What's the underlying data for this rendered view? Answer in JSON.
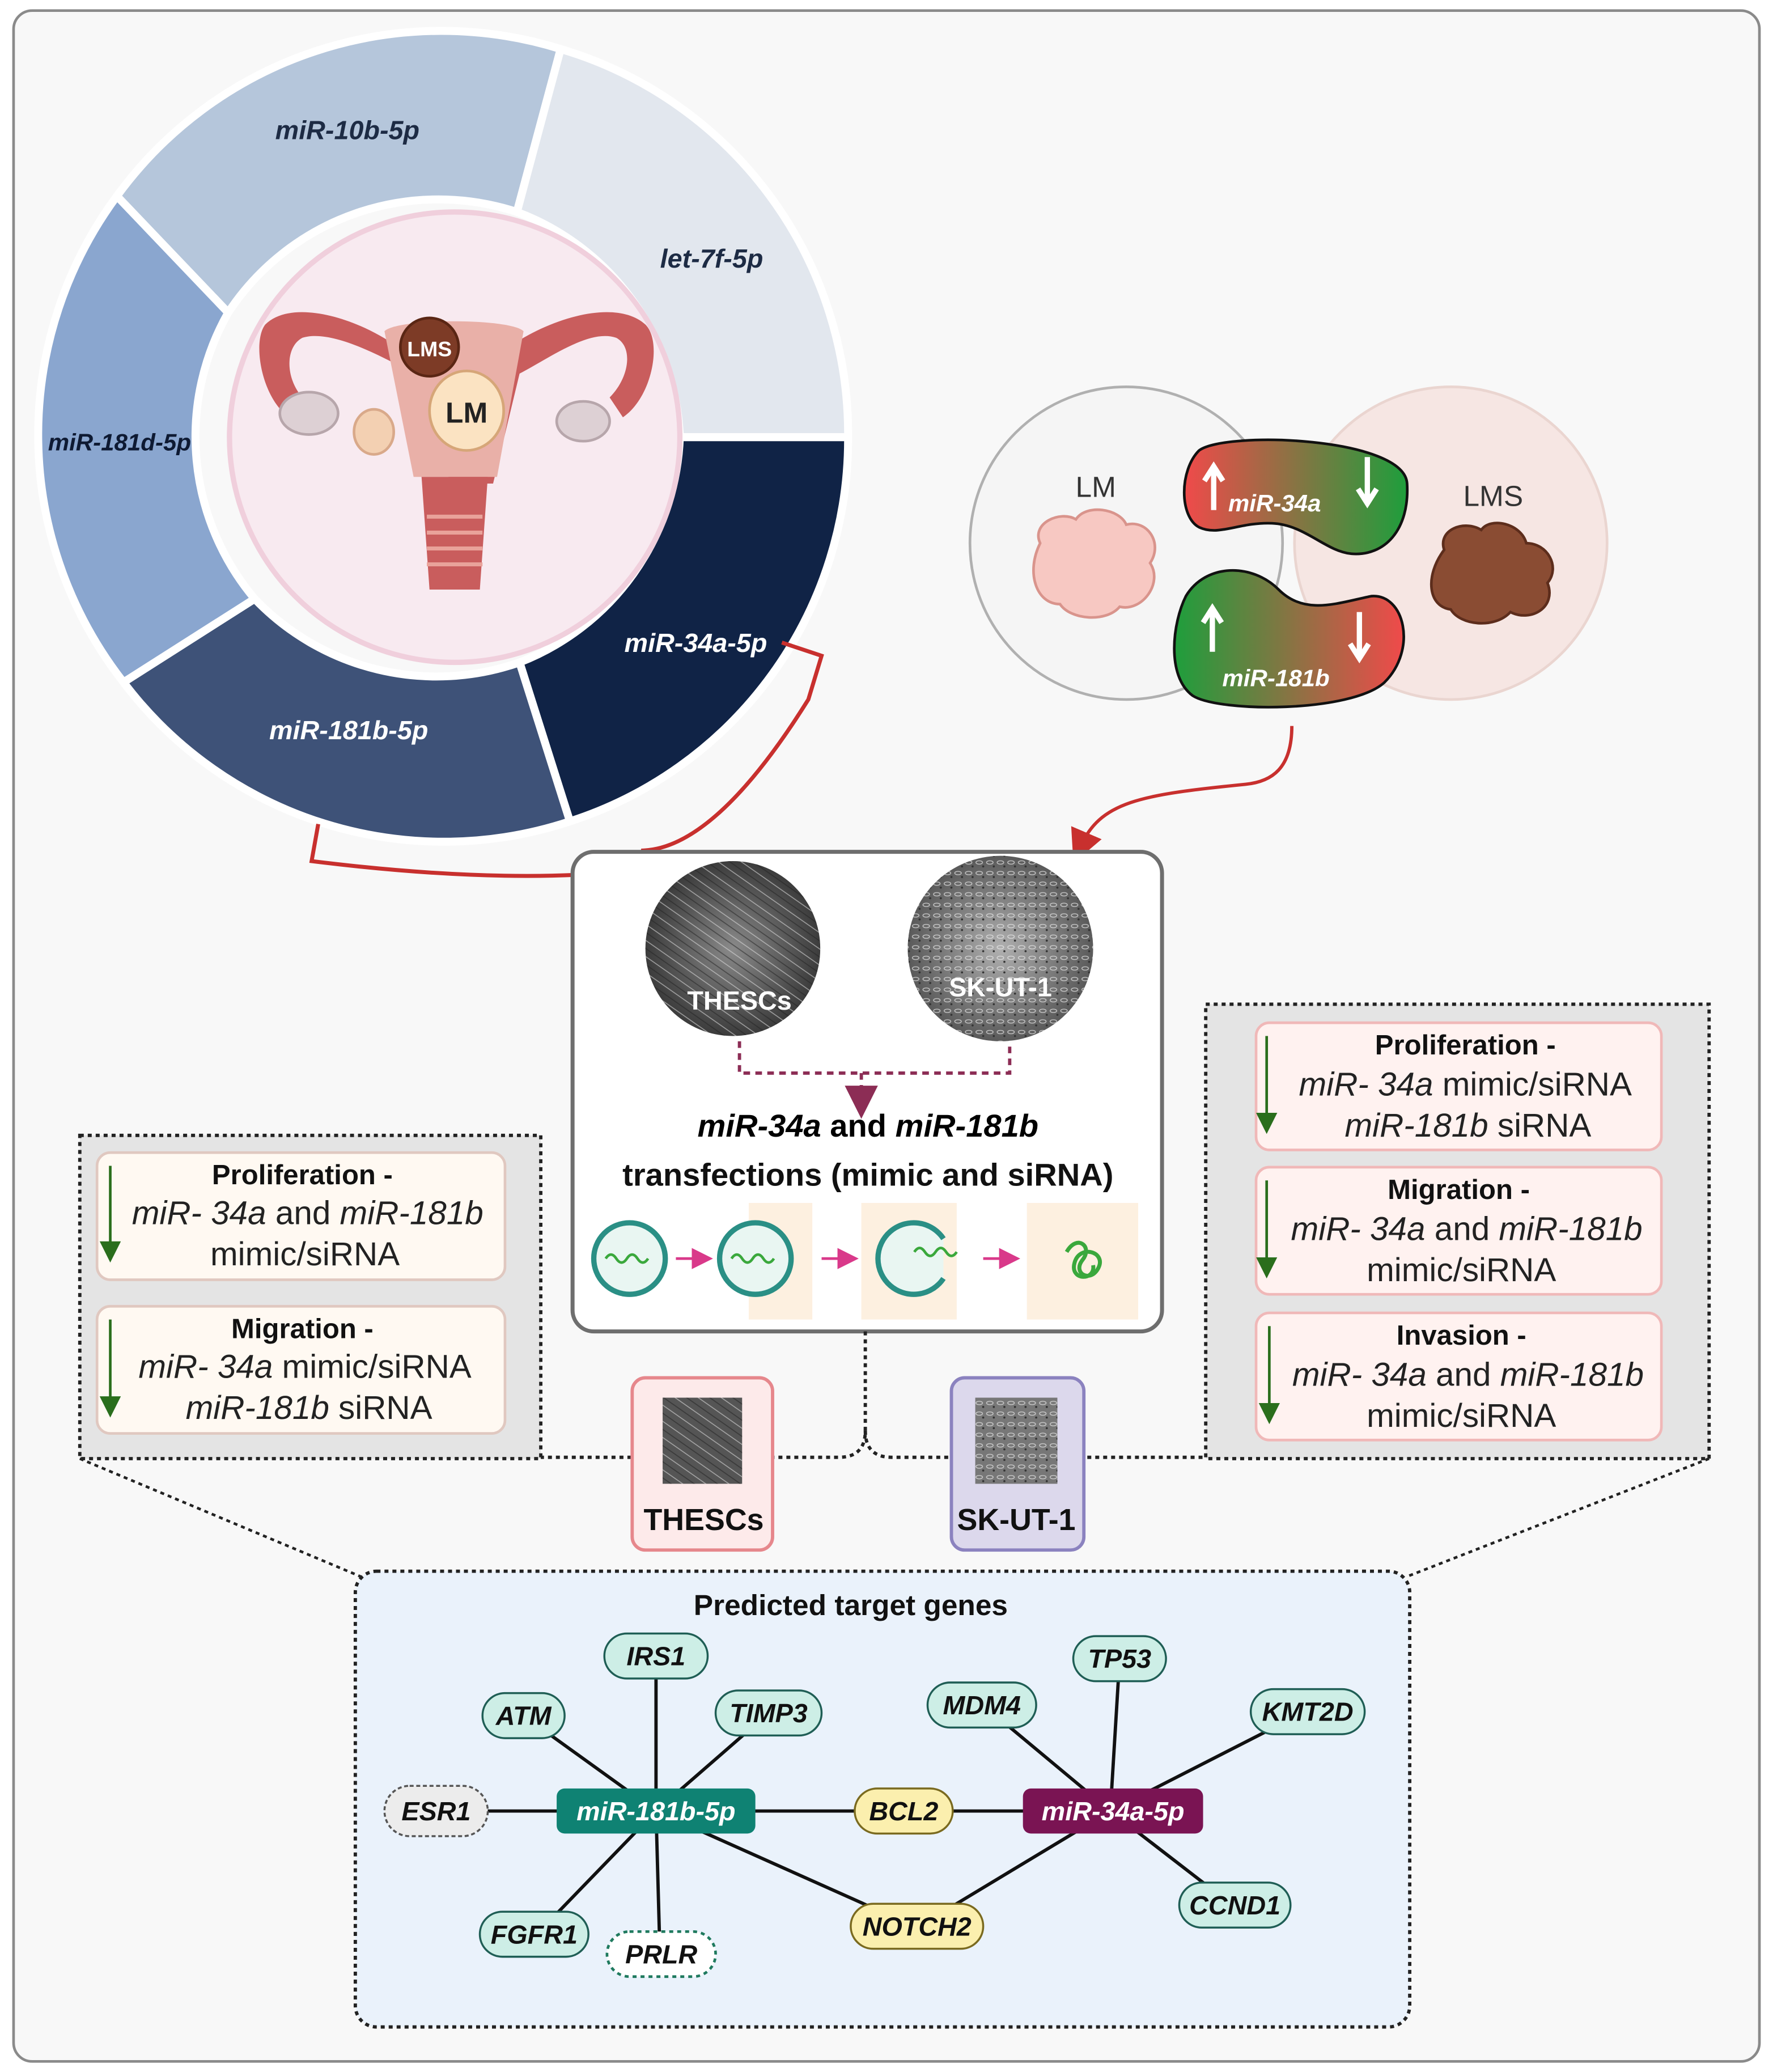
{
  "ring": {
    "segments": [
      {
        "label": "miR-10b-5p",
        "color": "#b5c6db"
      },
      {
        "label": "let-7f-5p",
        "color": "#e2e7ee"
      },
      {
        "label": "miR-34a-5p",
        "color": "#102346"
      },
      {
        "label": "miR-181b-5p",
        "color": "#3e5278"
      },
      {
        "label": "miR-181d-5p",
        "color": "#8aa6cf"
      }
    ],
    "center_labels": {
      "lms": "LMS",
      "lm": "LM"
    }
  },
  "venn": {
    "left_label": "LM",
    "right_label": "LMS",
    "mir34a": "miR-34a",
    "mir181b": "miR-181b"
  },
  "transfection": {
    "cell1": "THESCs",
    "cell2": "SK-UT-1",
    "title_line1_a": "miR-34a",
    "title_line1_b": " and ",
    "title_line1_c": "miR-181b",
    "title_line2": "transfections (mimic and siRNA)"
  },
  "left_panel": {
    "boxes": [
      {
        "title": "Proliferation -",
        "l1a": "miR- 34a",
        "l1b": " and ",
        "l1c": "miR-181b",
        "l2a": "",
        "l2b": "mimic/siRNA"
      },
      {
        "title": "Migration -",
        "l1a": "miR- 34a",
        "l1b": " mimic/siRNA",
        "l1c": "",
        "l2a": "miR-181b",
        "l2b": " siRNA"
      }
    ]
  },
  "right_panel": {
    "boxes": [
      {
        "title": "Proliferation -",
        "l1a": "miR- 34a",
        "l1b": " mimic/siRNA",
        "l1c": "",
        "l2a": "miR-181b",
        "l2b": " siRNA"
      },
      {
        "title": "Migration -",
        "l1a": "miR- 34a",
        "l1b": " and ",
        "l1c": "miR-181b",
        "l2a": "",
        "l2b": "mimic/siRNA"
      },
      {
        "title": "Invasion -",
        "l1a": "miR- 34a",
        "l1b": " and ",
        "l1c": "miR-181b",
        "l2a": "",
        "l2b": "mimic/siRNA"
      }
    ]
  },
  "tags": {
    "thescs": "THESCs",
    "skut1": "SK-UT-1"
  },
  "network": {
    "title": "Predicted target genes",
    "hubs": {
      "mir181b": "miR-181b-5p",
      "mir34a": "miR-34a-5p"
    },
    "genes": {
      "irs1": "IRS1",
      "atm": "ATM",
      "timp3": "TIMP3",
      "esr1": "ESR1",
      "fgfr1": "FGFR1",
      "prlr": "PRLR",
      "bcl2": "BCL2",
      "notch2": "NOTCH2",
      "mdm4": "MDM4",
      "tp53": "TP53",
      "kmt2d": "KMT2D",
      "ccnd1": "CCND1"
    }
  },
  "colors": {
    "hub181": "#0f8273",
    "hub34": "#7a1453",
    "gene": "#cdeee6",
    "shared": "#fbefae",
    "arrow_red": "#c8302e",
    "dotted_purple": "#8c2d55"
  }
}
